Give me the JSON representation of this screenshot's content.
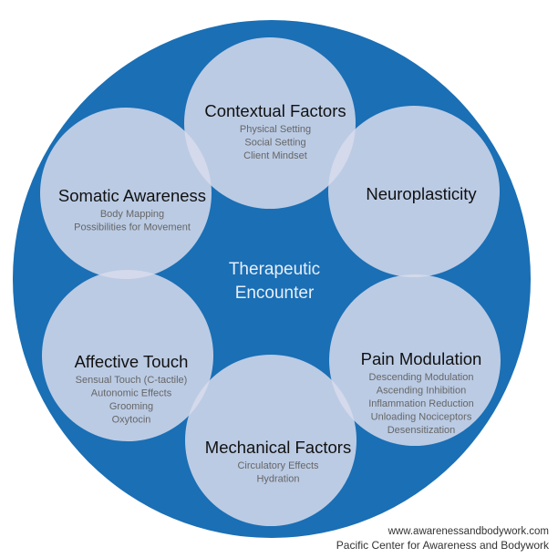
{
  "center": {
    "title_line1": "Therapeutic",
    "title_line2": "Encounter"
  },
  "factors": [
    {
      "title": "Contextual Factors",
      "items": [
        "Physical Setting",
        "Social Setting",
        "Client Mindset"
      ]
    },
    {
      "title": "Neuroplasticity",
      "items": []
    },
    {
      "title": "Pain Modulation",
      "items": [
        "Descending Modulation",
        "Ascending Inhibition",
        "Inflammation Reduction",
        "Unloading Nociceptors",
        "Desensitization"
      ]
    },
    {
      "title": "Mechanical Factors",
      "items": [
        "Circulatory Effects",
        "Hydration"
      ]
    },
    {
      "title": "Affective Touch",
      "items": [
        "Sensual Touch (C-tactile)",
        "Autonomic Effects",
        "Grooming",
        "Oxytocin"
      ]
    },
    {
      "title": "Somatic Awareness",
      "items": [
        "Body Mapping",
        "Possibilities for Movement"
      ]
    }
  ],
  "footer": {
    "url": "www.awarenessandbodywork.com",
    "org": "Pacific Center for Awareness and Bodywork"
  },
  "colors": {
    "outer_circle": "#1a6fb5",
    "petal_fill": "#d8dcec",
    "title_text": "#111111",
    "item_text": "#666666",
    "center_text": "#e8eef8"
  }
}
